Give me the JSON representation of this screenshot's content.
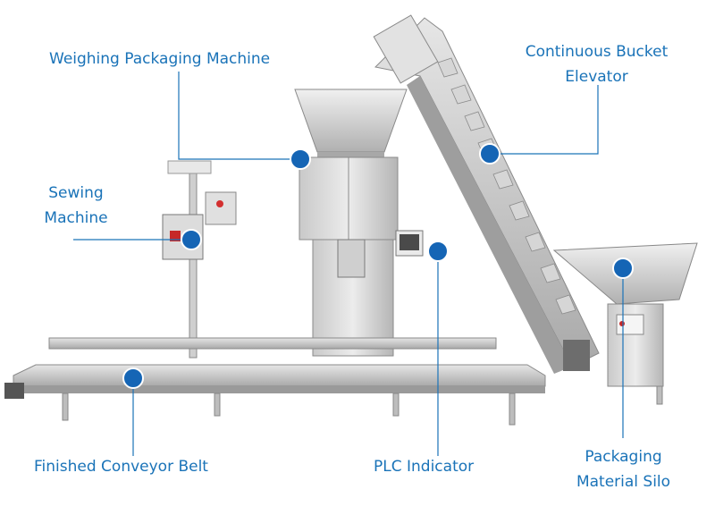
{
  "labels": {
    "weighing": "Weighing Packaging Machine",
    "bucket_line1": "Continuous Bucket",
    "bucket_line2": "Elevator",
    "sewing_line1": "Sewing",
    "sewing_line2": "Machine",
    "conveyor": "Finished Conveyor Belt",
    "plc": "PLC Indicator",
    "silo_line1": "Packaging",
    "silo_line2": "Material Silo"
  },
  "colors": {
    "label_text": "#1a73b8",
    "callout_line": "#1a73b8",
    "marker": "#1565b5",
    "steel_light": "#dcdcdc",
    "steel_mid": "#b9b9b9",
    "steel_dark": "#8a8a8a"
  }
}
